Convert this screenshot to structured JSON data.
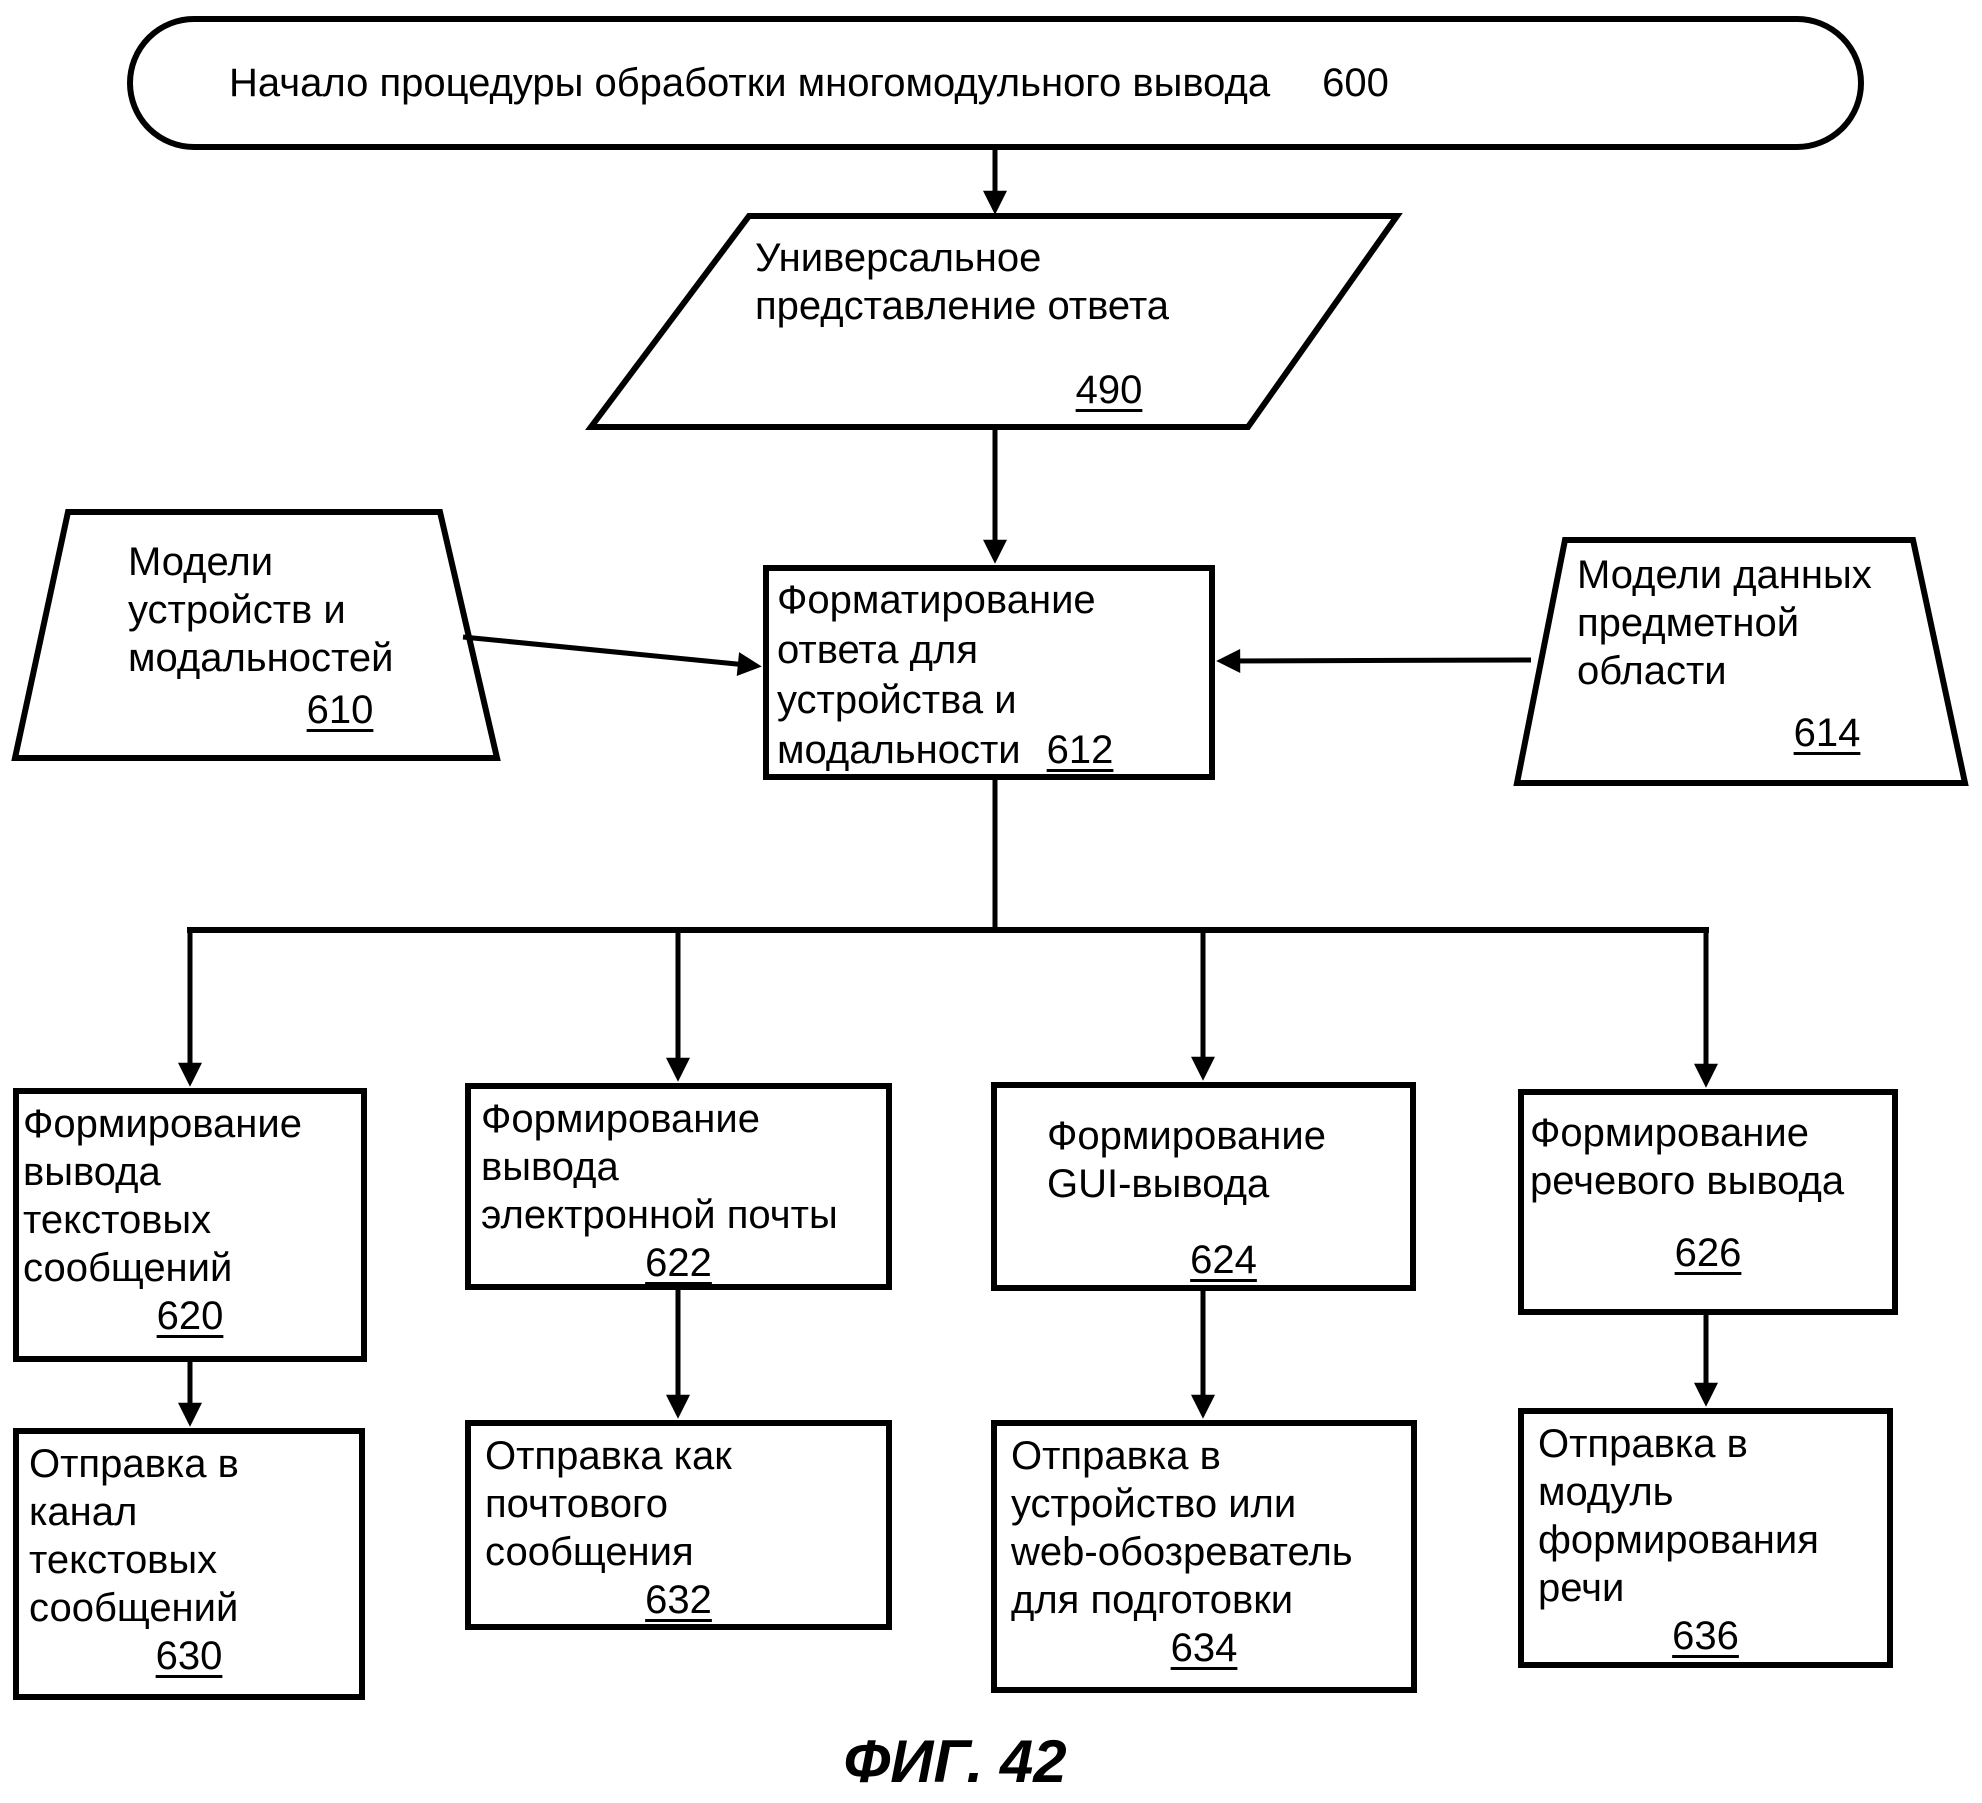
{
  "figure_caption": "ФИГ. 42",
  "colors": {
    "ink": "#000000",
    "paper": "#ffffff"
  },
  "nodes": {
    "start": {
      "label": "Начало процедуры обработки многомодульного вывода",
      "ref": "600"
    },
    "universal_response": {
      "label": "Универсальное\nпредставление ответа",
      "ref": "490"
    },
    "device_modality_models": {
      "label": "Модели\nустройств и\nмодальностей",
      "ref": "610"
    },
    "format_response": {
      "label": "Форматирование\nответа для\nустройства и\nмодальности",
      "ref": "612"
    },
    "domain_data_models": {
      "label": "Модели данных\nпредметной\nобласти",
      "ref": "614"
    },
    "text_message_output": {
      "label": "Формирование\nвывода\nтекстовых\nсообщений",
      "ref": "620"
    },
    "email_output": {
      "label": "Формирование\nвывода\nэлектронной почты",
      "ref": "622"
    },
    "gui_output": {
      "label": "Формирование\nGUI-вывода",
      "ref": "624"
    },
    "speech_output": {
      "label": "Формирование\nречевого вывода",
      "ref": "626"
    },
    "send_text_channel": {
      "label": "Отправка в\nканал\nтекстовых\nсообщений",
      "ref": "630"
    },
    "send_email": {
      "label": "Отправка как\nпочтового\nсообщения",
      "ref": "632"
    },
    "send_device_browser": {
      "label": "Отправка в\nустройство или\nweb-обозреватель\nдля подготовки",
      "ref": "634"
    },
    "send_speech_module": {
      "label": "Отправка в\nмодуль\nформирования\nречи",
      "ref": "636"
    }
  }
}
